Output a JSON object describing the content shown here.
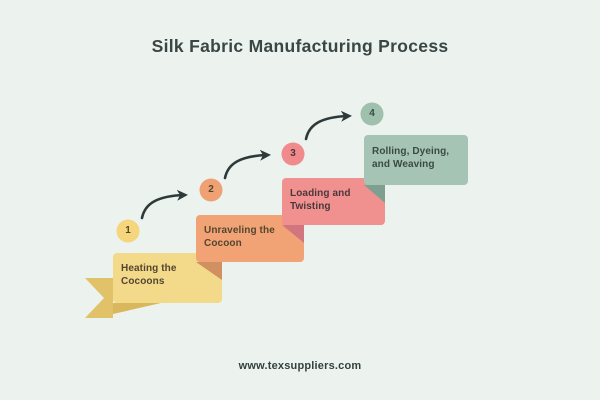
{
  "title": "Silk Fabric Manufacturing Process",
  "footer": {
    "url": "www.texsuppliers.com"
  },
  "colors": {
    "background": "#ECF2EE",
    "title_text": "#3A4645",
    "footer_text": "#33403F",
    "arrow": "#2E3A3A",
    "ribbon_tail": "#E2C268",
    "ribbon_tail_fold": "#D9B75C"
  },
  "steps": [
    {
      "number": "1",
      "label": "Heating the Cocoons",
      "banner_color": "#F3D98A",
      "fold_color": "#DDBC62",
      "circle_color": "#F5D67D",
      "text_color": "#53462F"
    },
    {
      "number": "2",
      "label": "Unraveling the Cocoon",
      "banner_color": "#F2A376",
      "fold_color": "#D0905F",
      "circle_color": "#F0A173",
      "text_color": "#53462F"
    },
    {
      "number": "3",
      "label": "Loading and Twisting",
      "banner_color": "#F0908F",
      "fold_color": "#D1767E",
      "circle_color": "#F18A8D",
      "text_color": "#4B383C"
    },
    {
      "number": "4",
      "label": "Rolling, Dyeing, and Weaving",
      "banner_color": "#A6C4B4",
      "fold_color": "#7FA090",
      "circle_color": "#9EC0AD",
      "text_color": "#3A4A43"
    }
  ]
}
